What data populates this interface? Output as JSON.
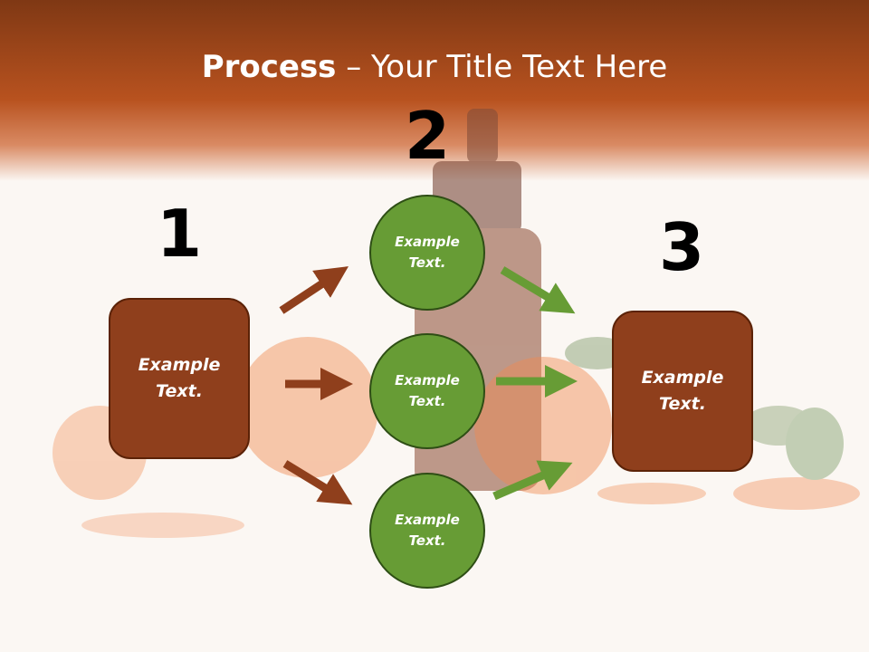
{
  "slide": {
    "title_bold": "Process",
    "title_rest": " – Your Title Text Here",
    "colors": {
      "header": "#b4501e",
      "box": "#8f3f1c",
      "circle": "#679c35",
      "arrow_brown": "#8f3f1c",
      "arrow_green": "#679c35"
    }
  },
  "steps": {
    "one": {
      "number": "1",
      "label": "Example\nText."
    },
    "two": {
      "number": "2"
    },
    "three": {
      "number": "3",
      "label": "Example\nText."
    }
  },
  "circles": [
    {
      "label": "Example\nText."
    },
    {
      "label": "Example\nText."
    },
    {
      "label": "Example\nText."
    }
  ]
}
